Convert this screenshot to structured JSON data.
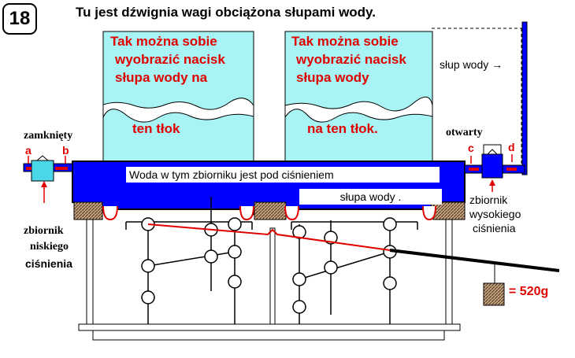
{
  "badge": "18",
  "title": "Tu jest dźwignia wagi obciążona  słupami wody.",
  "left_column_text": [
    "Tak można  sobie",
    "wyobrazić  nacisk",
    "słupa  wody  na"
  ],
  "left_column_caption": "ten  tłok",
  "right_column_text": [
    "Tak można  sobie",
    "wyobrazić  nacisk",
    "słupa  wody"
  ],
  "right_column_caption": "na  ten  tłok.",
  "water_column_label": "słup  wody →",
  "tank_text_line1": "Woda   w   tym   zbiorniku   jest   pod   ciśnieniem",
  "tank_text_line2": "słupa    wody .",
  "valve_left_state": "zamknięty",
  "valve_right_state": "otwarty",
  "point_labels": {
    "a": "a",
    "b": "b",
    "c": "c",
    "d": "d"
  },
  "low_pressure_tank": [
    "zbiornik",
    "niskiego",
    "ciśnienia"
  ],
  "high_pressure_tank": [
    "zbiornik",
    "wysokiego",
    "ciśnienia"
  ],
  "weight_label": "= 520g",
  "colors": {
    "water_dark": "#0000ff",
    "water_light": "#a8f4f4",
    "accent_red": "#e00000",
    "outline": "#000000"
  }
}
